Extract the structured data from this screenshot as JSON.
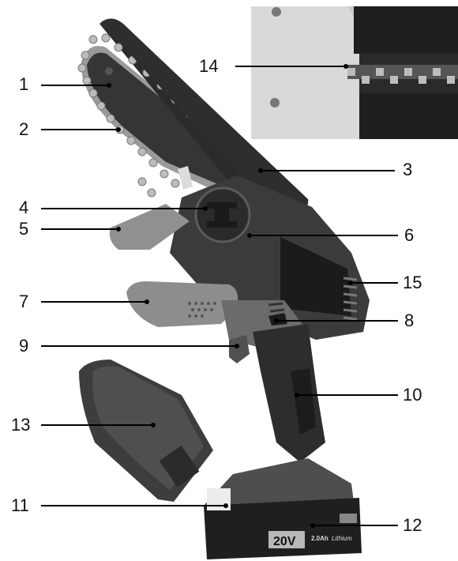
{
  "colors": {
    "body_dark": "#2f3032",
    "body_mid": "#4a4b4d",
    "accent_grey": "#8d8e90",
    "chain": "#b9b9b9",
    "line": "#000000",
    "inset_bg": "#cfd0d1"
  },
  "callouts": [
    {
      "id": "1",
      "text": "1"
    },
    {
      "id": "2",
      "text": "2"
    },
    {
      "id": "3",
      "text": "3"
    },
    {
      "id": "4",
      "text": "4"
    },
    {
      "id": "5",
      "text": "5"
    },
    {
      "id": "6",
      "text": "6"
    },
    {
      "id": "7",
      "text": "7"
    },
    {
      "id": "8",
      "text": "8"
    },
    {
      "id": "9",
      "text": "9"
    },
    {
      "id": "10",
      "text": "10"
    },
    {
      "id": "11",
      "text": "11"
    },
    {
      "id": "12",
      "text": "12"
    },
    {
      "id": "13",
      "text": "13"
    },
    {
      "id": "14",
      "text": "14"
    },
    {
      "id": "15",
      "text": "15"
    }
  ],
  "battery": {
    "voltage": "20V",
    "capacity": "2.0Ah",
    "chemistry": "Lithium"
  }
}
